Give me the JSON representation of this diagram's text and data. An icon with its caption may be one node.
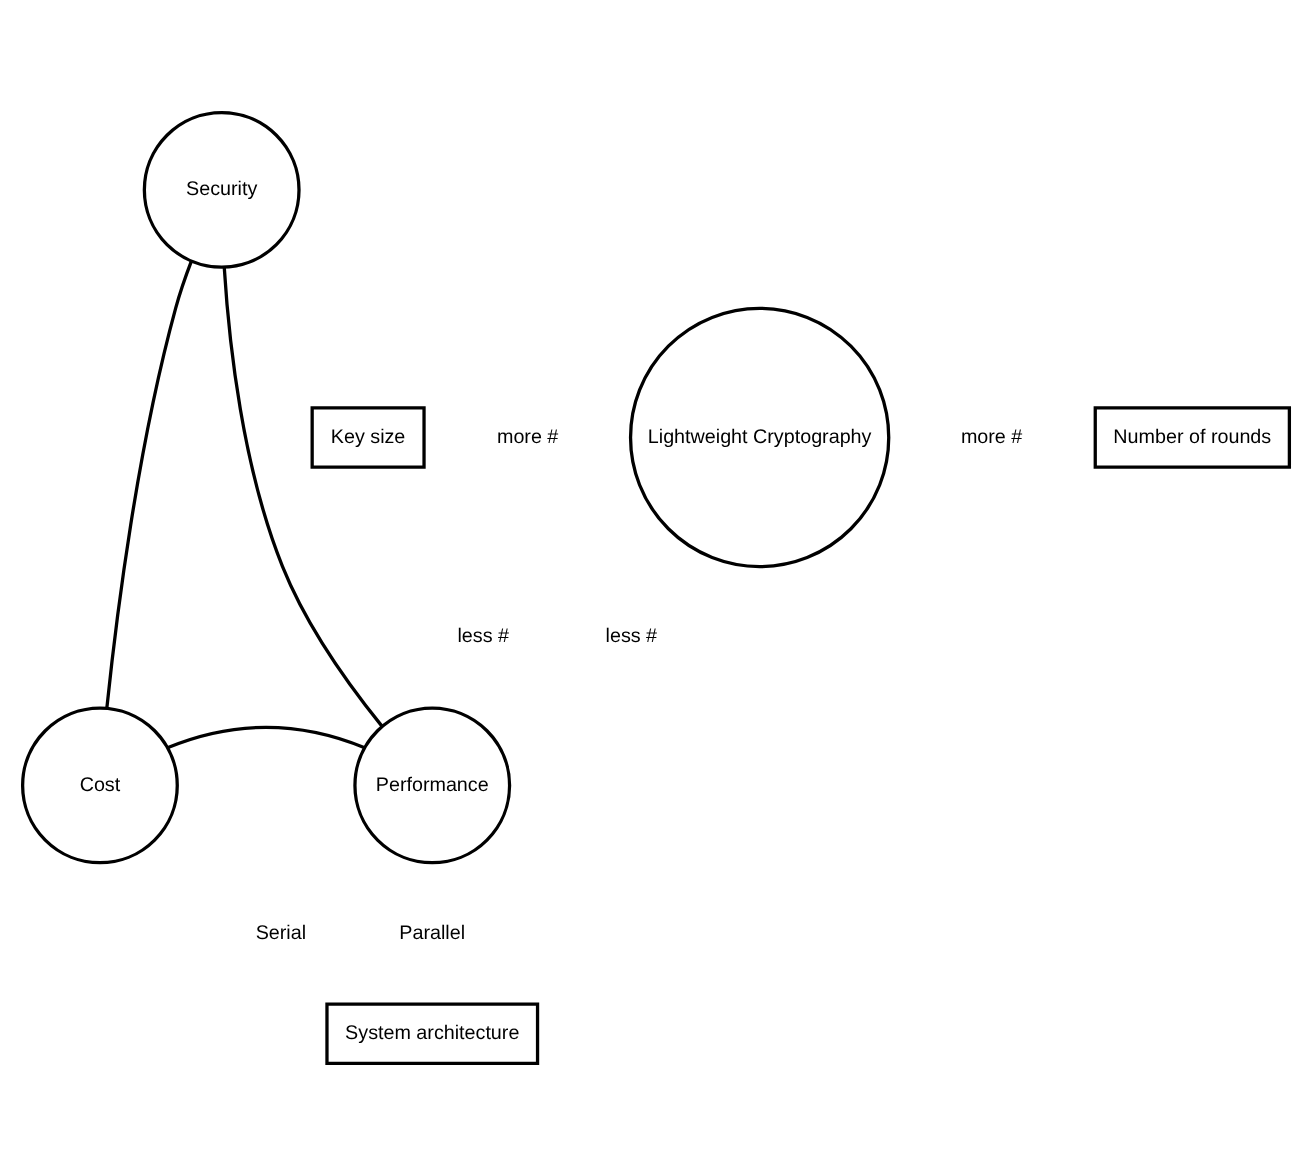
{
  "diagram": {
    "nodes": [
      {
        "text": [
          "Security"
        ]
      },
      {
        "text": [
          "Key size"
        ]
      },
      {
        "text": [
          "Number of rounds"
        ]
      },
      {
        "text": [
          "Lightweight Cryptography"
        ]
      },
      {
        "text": [
          "Cost"
        ]
      },
      {
        "text": [
          "Performance"
        ]
      },
      {
        "text": [
          "System architecture"
        ]
      }
    ],
    "edges": [
      {
        "from": 0,
        "to": 4,
        "arrow": "none"
      },
      {
        "from": 0,
        "to": 5,
        "arrow": "none"
      },
      {
        "from": 4,
        "to": 5,
        "arrow": "none"
      }
    ],
    "labels": [
      "more #",
      "more #",
      "less #",
      "less #",
      "Serial",
      "Parallel"
    ]
  }
}
